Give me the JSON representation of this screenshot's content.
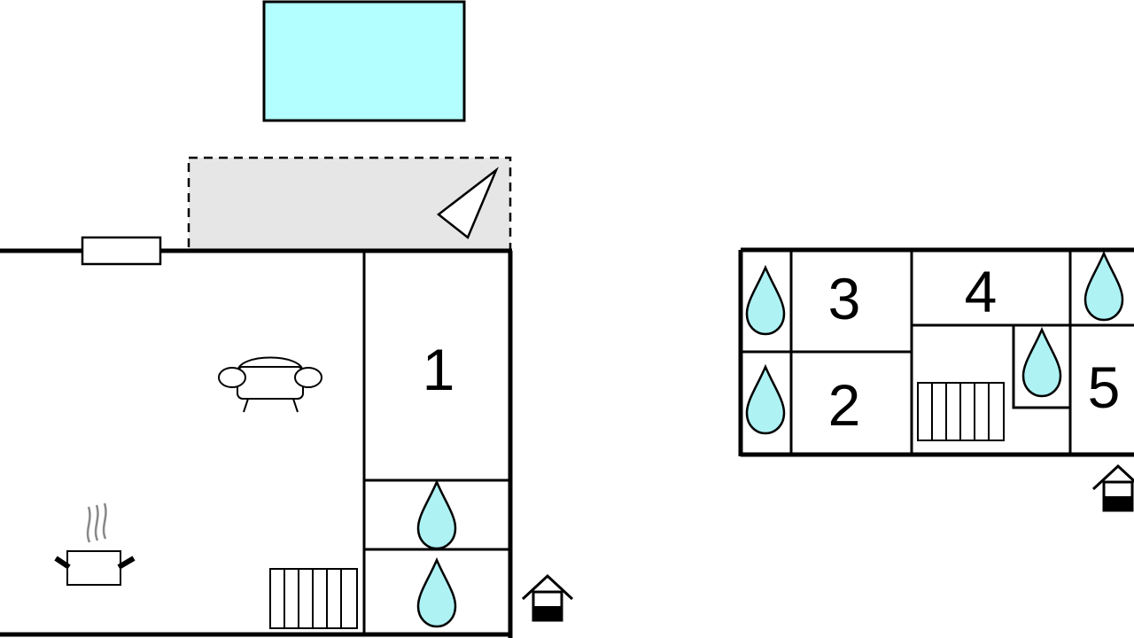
{
  "floorplan": {
    "rooms": [
      {
        "id": "room-1",
        "label": "1"
      },
      {
        "id": "room-2",
        "label": "2"
      },
      {
        "id": "room-3",
        "label": "3"
      },
      {
        "id": "room-4",
        "label": "4"
      },
      {
        "id": "room-5",
        "label": "5"
      }
    ],
    "colors": {
      "pool": "#b3ffff",
      "water": "#aef2f4",
      "terrace": "#e6e6e6",
      "wall": "#000000",
      "steam": "#888888"
    },
    "icons": [
      "pool-icon",
      "terrace-icon",
      "parasol-icon",
      "window-icon",
      "sofa-icon",
      "cooking-pot-icon",
      "radiator-icon",
      "water-drop-icon",
      "entrance-icon"
    ]
  }
}
